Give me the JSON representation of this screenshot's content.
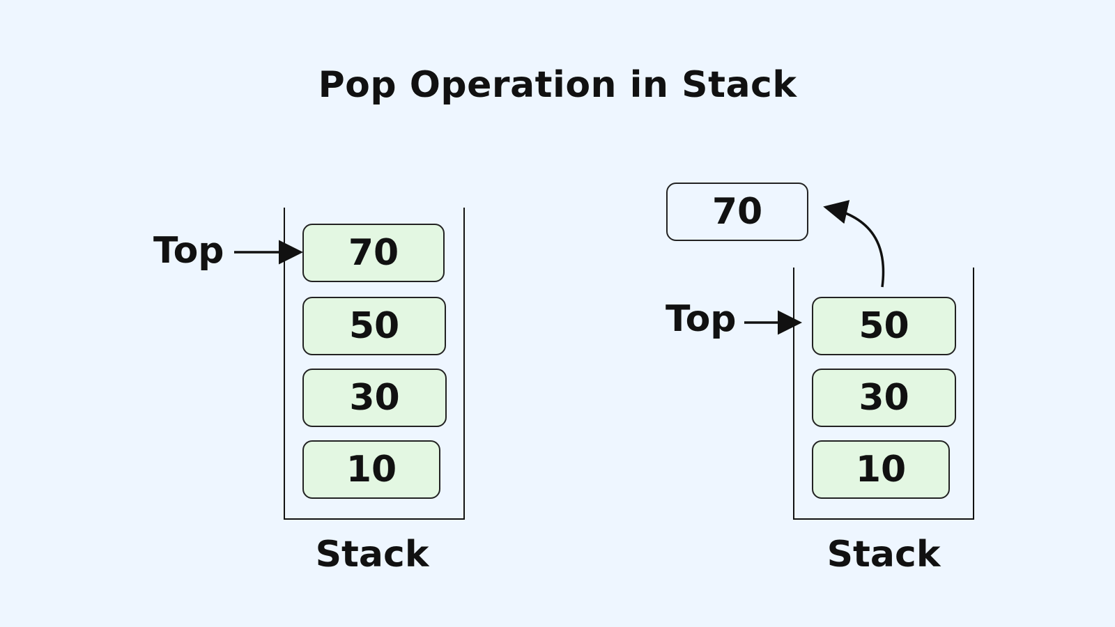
{
  "title": "Pop Operation in Stack",
  "before": {
    "top_label": "Top",
    "caption": "Stack",
    "items": [
      "70",
      "50",
      "30",
      "10"
    ]
  },
  "after": {
    "top_label": "Top",
    "caption": "Stack",
    "popped": "70",
    "items": [
      "50",
      "30",
      "10"
    ]
  }
}
